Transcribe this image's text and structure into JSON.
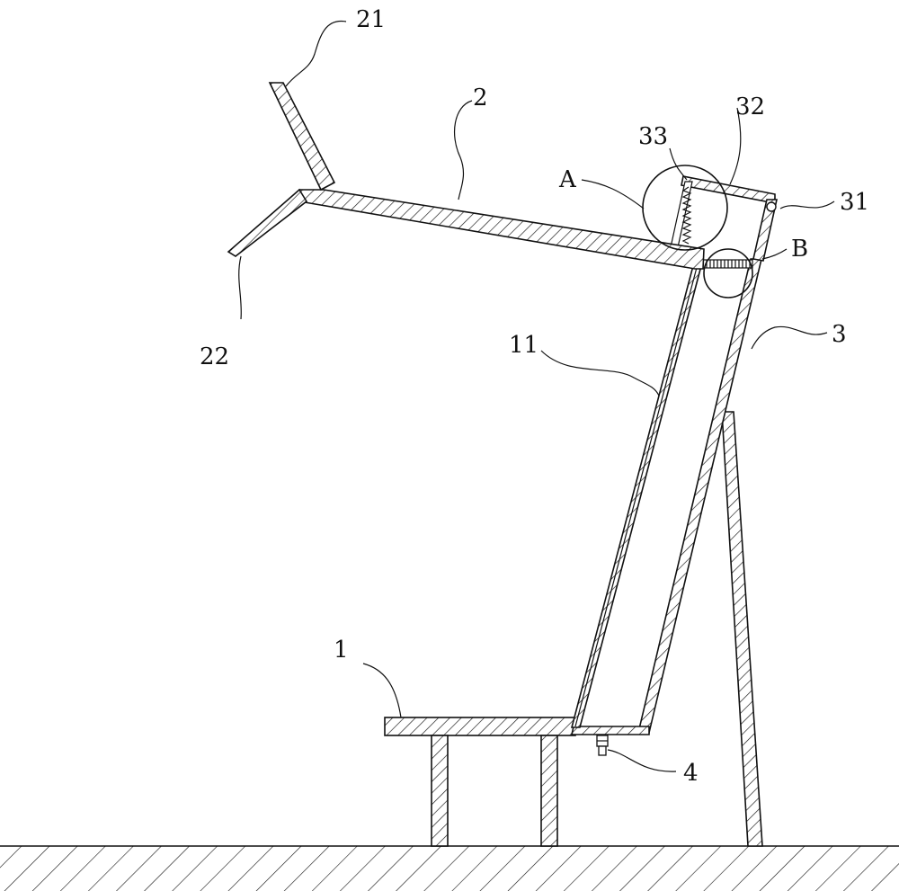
{
  "labels": {
    "l21": "21",
    "l2": "2",
    "l32": "32",
    "l33": "33",
    "lA": "A",
    "l31": "31",
    "lB": "B",
    "l22": "22",
    "l3": "3",
    "l11": "11",
    "l1": "1",
    "l4": "4"
  }
}
